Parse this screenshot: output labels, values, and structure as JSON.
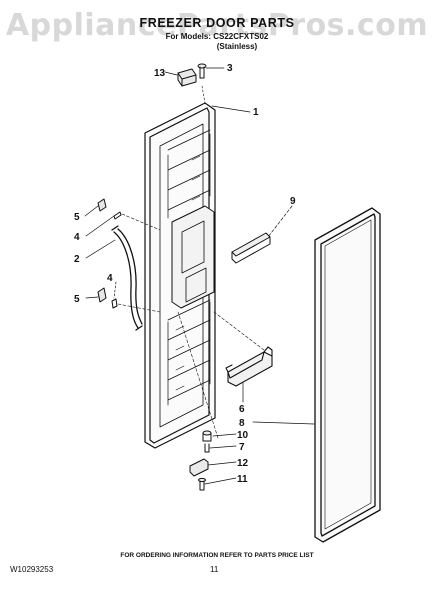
{
  "watermark": "AppliancePartsPros.com",
  "header": {
    "title": "FREEZER DOOR PARTS",
    "models": "For Models: CS22CFXTS02",
    "variant": "(Stainless)"
  },
  "callouts": [
    {
      "id": "13",
      "label": "13"
    },
    {
      "id": "3",
      "label": "3"
    },
    {
      "id": "1",
      "label": "1"
    },
    {
      "id": "9",
      "label": "9"
    },
    {
      "id": "5a",
      "label": "5"
    },
    {
      "id": "4a",
      "label": "4"
    },
    {
      "id": "2",
      "label": "2"
    },
    {
      "id": "4b",
      "label": "4"
    },
    {
      "id": "5b",
      "label": "5"
    },
    {
      "id": "6",
      "label": "6"
    },
    {
      "id": "8",
      "label": "8"
    },
    {
      "id": "10",
      "label": "10"
    },
    {
      "id": "7",
      "label": "7"
    },
    {
      "id": "12",
      "label": "12"
    },
    {
      "id": "11",
      "label": "11"
    }
  ],
  "footer": {
    "order_note": "FOR ORDERING INFORMATION REFER TO PARTS PRICE LIST",
    "doc_number": "W10293253",
    "page_number": "11"
  }
}
